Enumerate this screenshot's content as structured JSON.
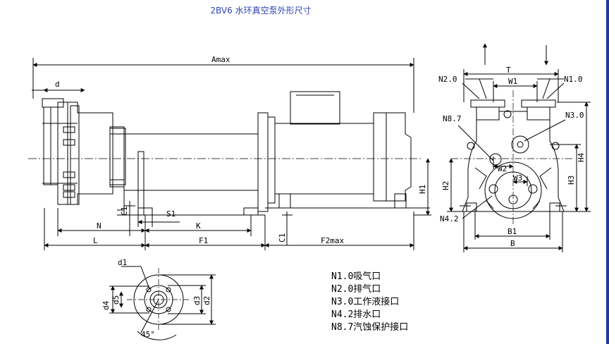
{
  "title": "2BV6 水环真空泵外形尺寸",
  "side_view": {
    "dims": {
      "amax": "Amax",
      "d": "d",
      "l": "L",
      "f1": "F1",
      "f2max": "F2max",
      "n": "N",
      "k": "K",
      "s1": "S1",
      "c1_left": "C1",
      "c1_right": "C1",
      "h1": "H1"
    }
  },
  "end_view": {
    "dims": {
      "t": "T",
      "w1": "W1",
      "w2": "W2",
      "w3": "W3",
      "h2": "H2",
      "h3": "H3",
      "h4": "H4",
      "b1": "B1",
      "b": "B"
    },
    "ports": {
      "n20": "N2.0",
      "n10": "N1.0",
      "n87": "N8.7",
      "n30": "N3.0",
      "n42": "N4.2"
    }
  },
  "flange_view": {
    "dims": {
      "d1": "d1",
      "d2": "d2",
      "d3": "d3",
      "d4": "d4",
      "d5": "d5",
      "angle": "45°"
    }
  },
  "legend": [
    "N1.0吸气口",
    "N2.0排气口",
    "N3.0工作液接口",
    "N4.2排水口",
    "N8.7汽蚀保护接口"
  ]
}
